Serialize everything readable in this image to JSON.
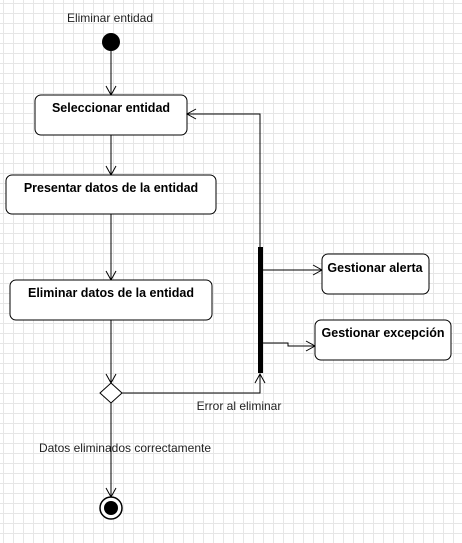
{
  "diagram": {
    "start_label": "Eliminar entidad",
    "nodes": {
      "select": "Seleccionar entidad",
      "present": "Presentar datos de la entidad",
      "delete": "Eliminar datos de la entidad",
      "alert": "Gestionar alerta",
      "exception": "Gestionar excepción"
    },
    "edges": {
      "error_label": "Error al eliminar",
      "success_label": "Datos eliminados correctamente"
    }
  }
}
